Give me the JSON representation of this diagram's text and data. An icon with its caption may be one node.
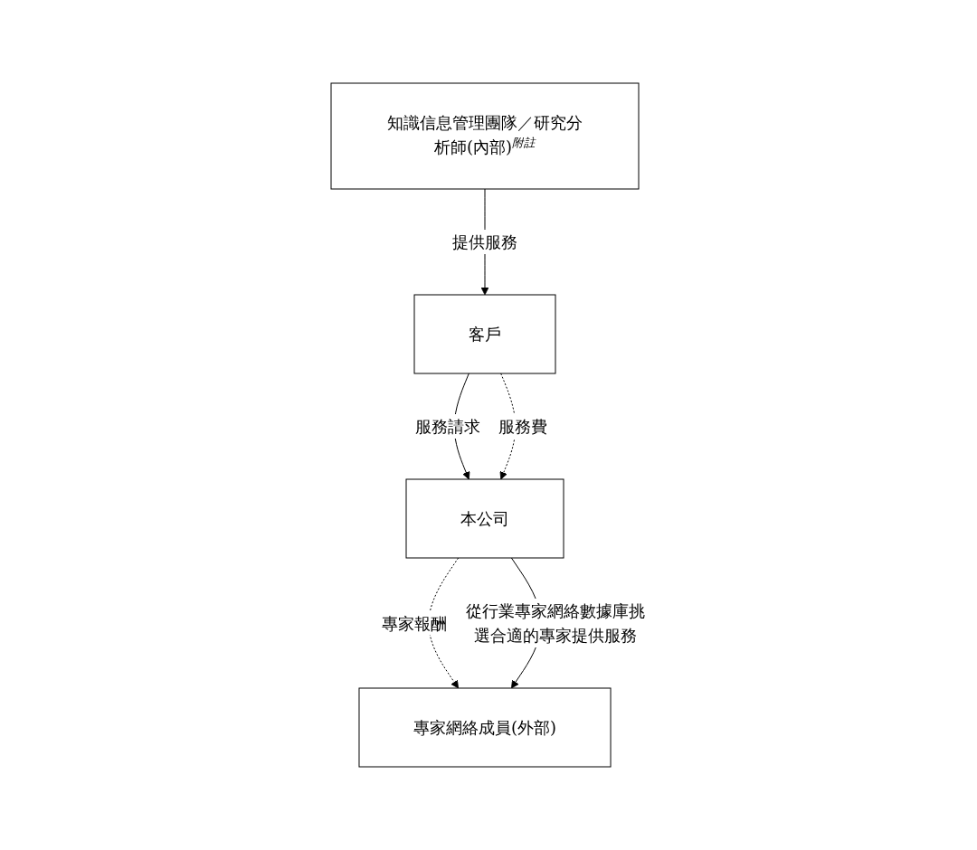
{
  "diagram": {
    "nodes": [
      {
        "text": [
          "客戶"
        ]
      },
      {
        "text": [
          "本公司"
        ]
      },
      {
        "text": [
          "專家網絡成員(外部)"
        ]
      },
      {
        "text": [
          "知識信息管理團隊／研究分析師(內部)$^{附註}$"
        ]
      }
    ],
    "edges": [
      {
        "from": 0,
        "to": 1,
        "arrow": "to",
        "label": "服務請求"
      },
      {
        "from": 0,
        "to": 1,
        "arrow": "to",
        "label": "服務費",
        "style": "dashed"
      },
      {
        "from": 1,
        "to": 2,
        "arrow": "to",
        "label": "專家報酬",
        "style": "dashed"
      },
      {
        "from": 1,
        "to": 2,
        "arrow": "to",
        "label": "從行業專家網絡數據庫挑選合適的專家提供服務"
      },
      {
        "from": 3,
        "to": 0,
        "arrow": "to",
        "label": "提供服務"
      }
    ]
  }
}
